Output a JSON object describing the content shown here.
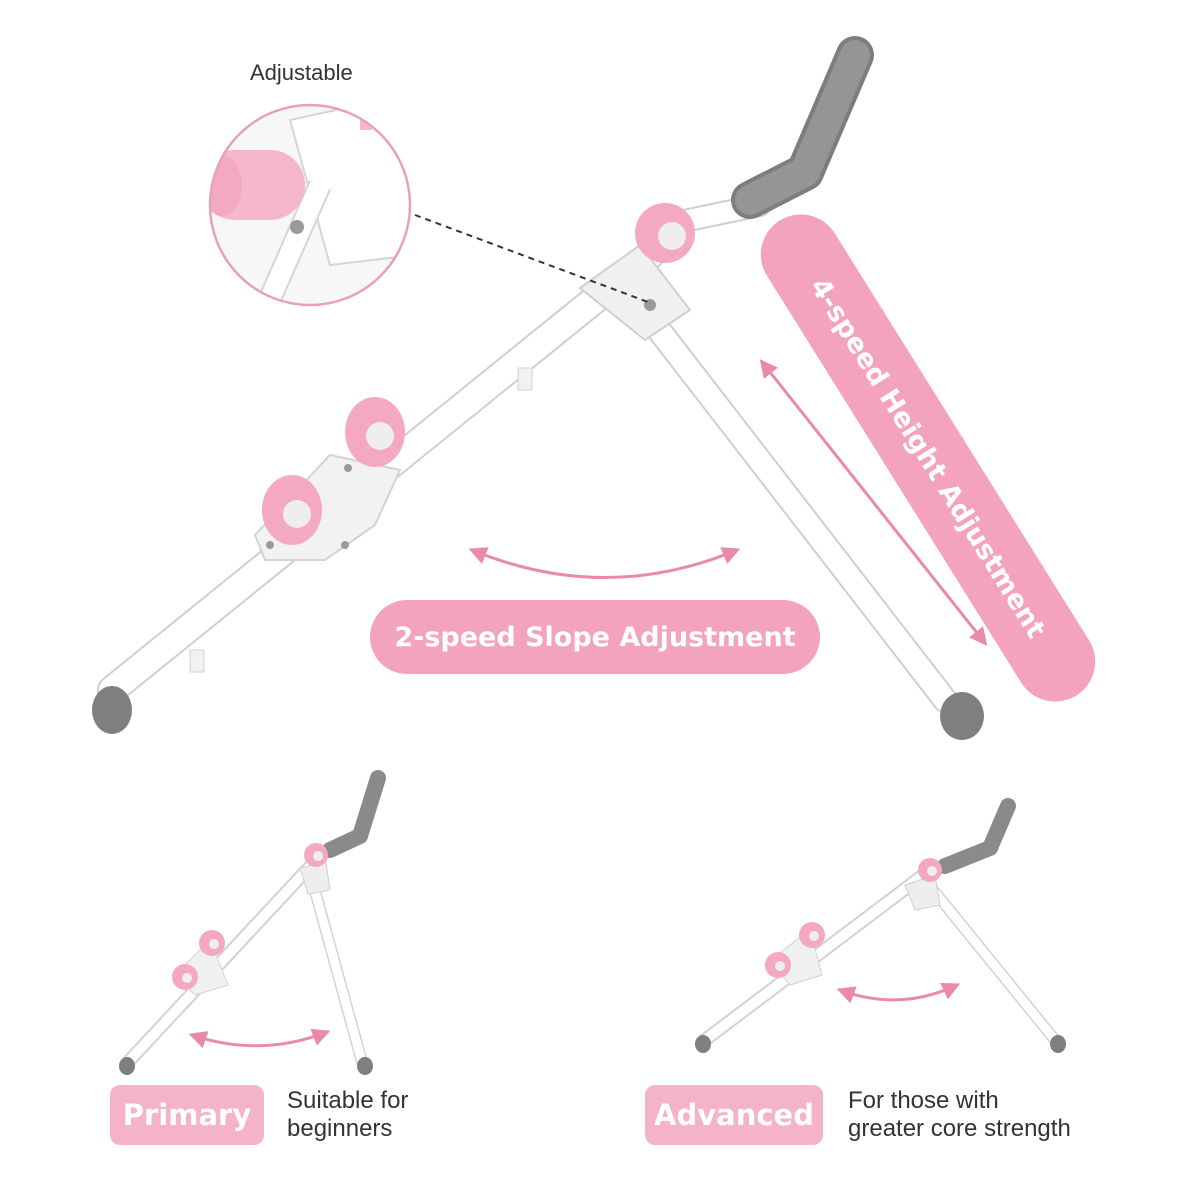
{
  "callout": {
    "label": "Adjustable"
  },
  "adjustments": {
    "slope_label": "2-speed Slope Adjustment",
    "height_label": "4-speed Height Adjustment"
  },
  "modes": [
    {
      "name": "Primary",
      "desc_line1": "Suitable for",
      "desc_line2": "beginners"
    },
    {
      "name": "Advanced",
      "desc_line1": "For those with",
      "desc_line2": "greater core strength"
    }
  ],
  "colors": {
    "accent_pink": "#f3a3bd",
    "roller_pink": "#f7b7cb",
    "arrow_pink": "#e98aa9",
    "handle_gray": "#8c8c8c",
    "frame_white": "#ffffff",
    "frame_outline": "#d6d6d6"
  },
  "icons": [
    "double-arrow-icon",
    "magnifier-callout-icon"
  ]
}
